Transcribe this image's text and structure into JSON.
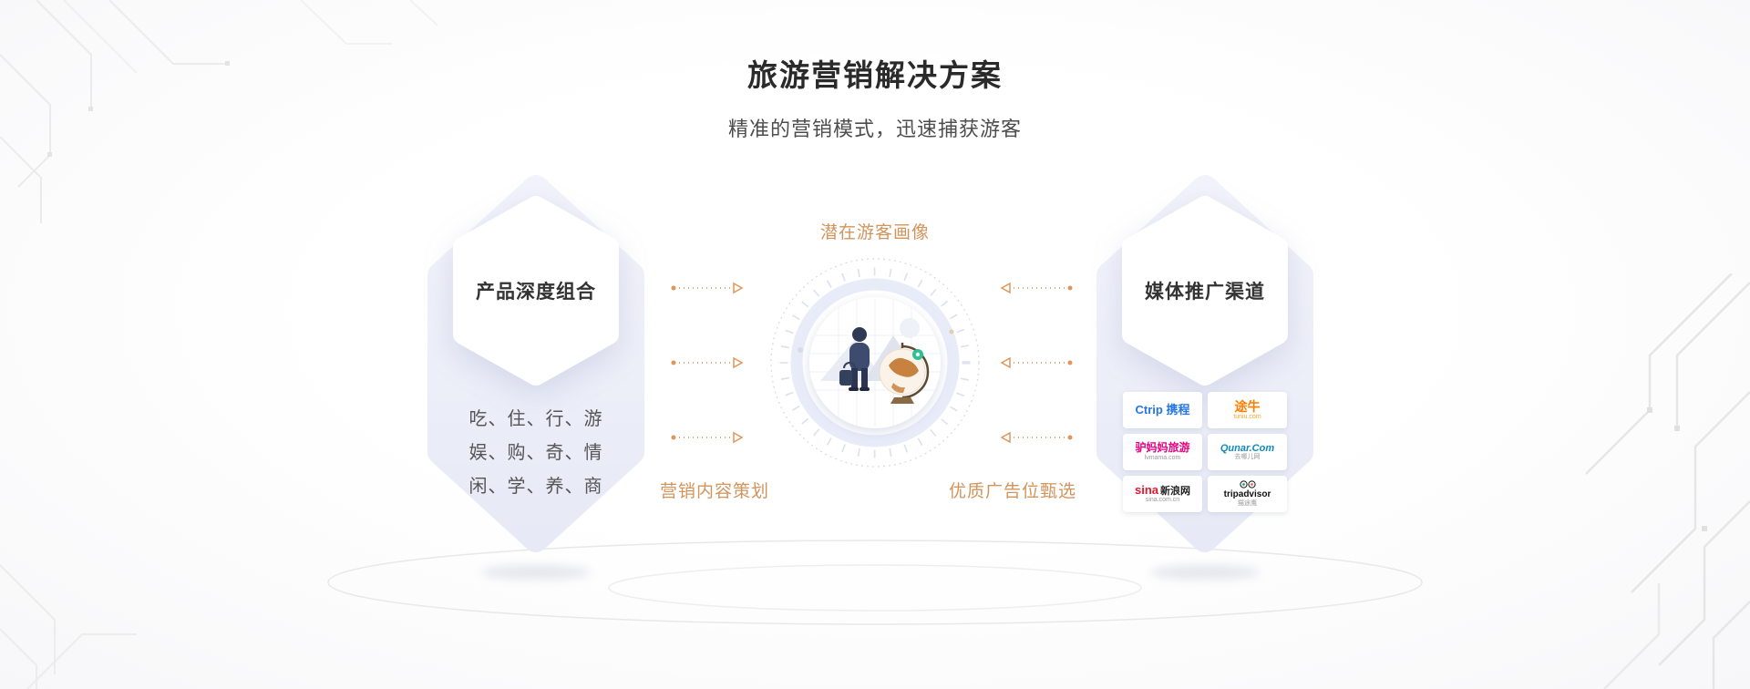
{
  "header": {
    "title": "旅游营销解决方案",
    "subtitle": "精准的营销模式，迅速捕获游客"
  },
  "left_panel": {
    "title": "产品深度组合",
    "lines": [
      "吃、住、行、游",
      "娱、购、奇、情",
      "闲、学、养、商"
    ]
  },
  "right_panel": {
    "title": "媒体推广渠道",
    "logos": [
      {
        "id": "ctrip",
        "main": "Ctrip 携程",
        "sub": "",
        "color": "#2577e3"
      },
      {
        "id": "tuniu",
        "main": "途牛",
        "sub": "tuniu.com",
        "color": "#ff7e00"
      },
      {
        "id": "lvmama",
        "main": "驴妈妈旅游",
        "sub": "lvmama.com",
        "color": "#e5007f"
      },
      {
        "id": "qunar",
        "main": "Qunar.Com",
        "sub": "去哪儿网",
        "color": "#0f8ac0"
      },
      {
        "id": "sina",
        "main": "sina",
        "main2": "新浪网",
        "sub": "sina.com.cn",
        "color": "#e6162d"
      },
      {
        "id": "tripadvisor",
        "main": "tripadvisor",
        "sub": "猫途鹰",
        "color": "#111111"
      }
    ]
  },
  "diagram": {
    "top_label": "潜在游客画像",
    "bottom_left_label": "营销内容策划",
    "bottom_right_label": "优质广告位甄选"
  },
  "colors": {
    "accent_orange": "#d1945c",
    "panel_bg": "#edeffa",
    "title_text": "#2a2a2a",
    "body_text": "#555555"
  }
}
